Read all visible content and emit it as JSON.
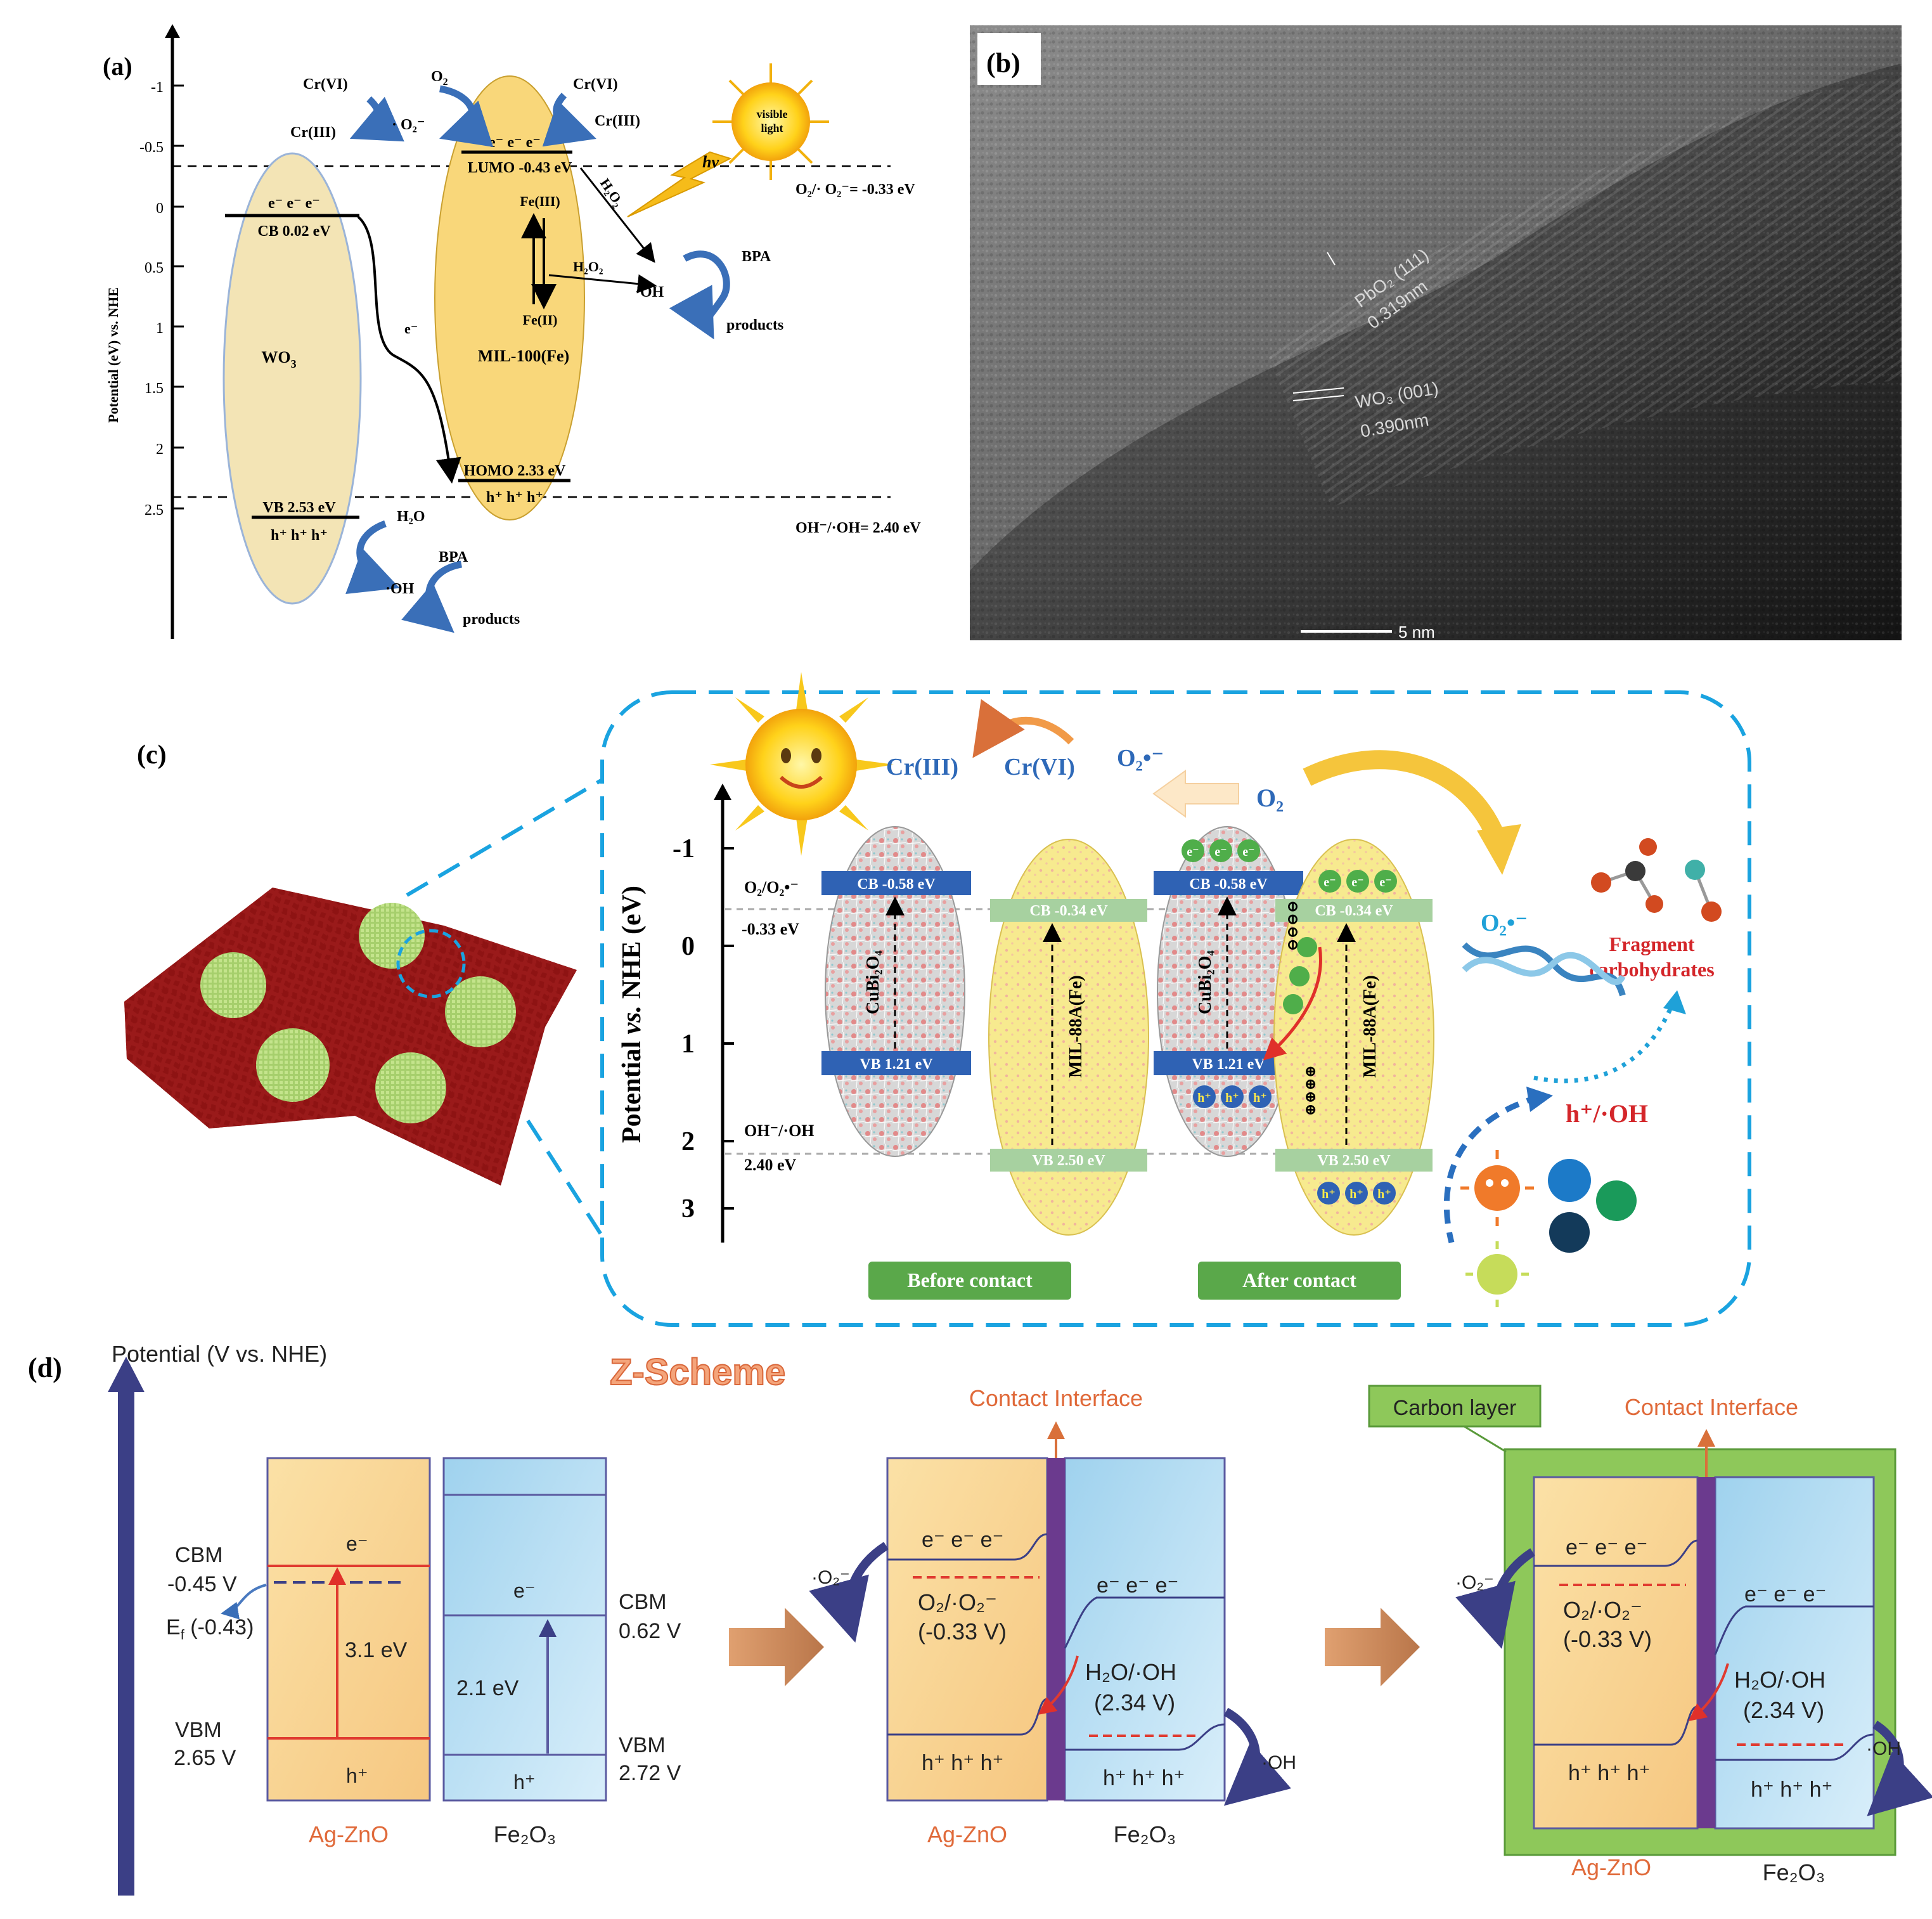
{
  "panel_a": {
    "label": "(a)",
    "ylabel": "Potential (eV) vs. NHE",
    "ticks": [
      "-1",
      "-0.5",
      "0",
      "0.5",
      "1",
      "1.5",
      "2",
      "2.5"
    ],
    "wo3": {
      "name": "WO",
      "sub": "3",
      "cb": "CB 0.02 eV",
      "vb": "VB 2.53 eV",
      "electrons": "e⁻  e⁻  e⁻",
      "holes": "h⁺  h⁺  h⁺"
    },
    "mil": {
      "name": "MIL-100(Fe)",
      "lumo": "LUMO -0.43 eV",
      "homo": "HOMO 2.33 eV",
      "electrons": "e⁻  e⁻  e⁻",
      "holes": "h⁺  h⁺  h⁺",
      "fe3": "Fe(III)",
      "fe2": "Fe(II)"
    },
    "crvi_left": "Cr(VI)",
    "criii_left": "Cr(III)",
    "crvi_right": "Cr(VI)",
    "criii_right": "Cr(III)",
    "o2": "O",
    "o2_radical": "· O₂⁻",
    "h2o2_a": "H₂O₂",
    "h2o2_b": "H₂O₂",
    "oh_mid": "·OH",
    "bpa_top": "BPA",
    "products_top": "products",
    "h2o": "H₂O",
    "oh_bottom": "·OH",
    "bpa_bottom": "BPA",
    "products_bottom": "products",
    "e_transfer": "e⁻",
    "sun": [
      "visible",
      "light"
    ],
    "hv": "hv",
    "o2_level": "O₂/· O₂⁻= -0.33 eV",
    "oh_level": "OH⁻/·OH= 2.40 eV"
  },
  "panel_b": {
    "label": "(b)",
    "lattice_1": [
      "PbO₂ (111)",
      "0.319nm"
    ],
    "lattice_2": [
      "WO₃ (001)",
      "0.390nm"
    ],
    "scale": "5 nm"
  },
  "panel_c": {
    "label": "(c)",
    "ylabel_a": "Potential ",
    "ylabel_vs": "vs.",
    "ylabel_b": " NHE (eV)",
    "ticks": [
      "-1",
      "0",
      "1",
      "2",
      "3"
    ],
    "o2_level": [
      "O₂/O₂•⁻",
      "-0.33 eV"
    ],
    "oh_level": [
      "OH⁻/·OH",
      "2.40 eV"
    ],
    "cbi_cb": "CB -0.58 eV",
    "cbi_vb": "VB 1.21 eV",
    "cbi_name": "CuBi₂O₄",
    "mil_cb": "CB -0.34 eV",
    "mil_vb": "VB 2.50 eV",
    "mil_name": "MIL-88A(Fe)",
    "before": "Before contact",
    "after": "After contact",
    "criii": "Cr(III)",
    "crvi": "Cr(VI)",
    "o2_rad": "O₂•⁻",
    "o2": "O₂",
    "o2_rad_right": "O₂•⁻",
    "fragment": [
      "Fragment",
      "carbohydrates"
    ],
    "hoh": "h⁺/·OH",
    "e": "e⁻",
    "h": "h⁺"
  },
  "panel_d": {
    "label": "(d)",
    "axis_title": "Potential (V vs. NHE)",
    "z_scheme": "Z-Scheme",
    "cbm_left": [
      "CBM",
      "-0.45 V"
    ],
    "ef": "E",
    "ef_sub": "f",
    "ef_val": " (-0.43)",
    "vbm_left": [
      "VBM",
      "2.65 V"
    ],
    "gap_zno": "3.1 eV",
    "gap_fe": "2.1 eV",
    "cbm_right": [
      "CBM",
      "0.62 V"
    ],
    "vbm_right": [
      "VBM",
      "2.72 V"
    ],
    "agzno": "Ag-ZnO",
    "fe2o3": "Fe₂O₃",
    "contact": "Contact Interface",
    "o2_couple": [
      "O₂/·O₂⁻",
      "(-0.33 V)"
    ],
    "h2o_couple": [
      "H₂O/·OH",
      "(2.34 V)"
    ],
    "o2_rad": "·O₂⁻",
    "oh_rad": "·OH",
    "carbon": "Carbon layer",
    "e": "e⁻",
    "h": "h⁺",
    "electrons_row": "e⁻  e⁻  e⁻",
    "holes_row": "h⁺  h⁺  h⁺"
  },
  "colors": {
    "blue_arrow": "#3a6fb8",
    "yellow": "#f9d77a",
    "beige": "#f3e4b5",
    "cyan_dash": "#1aa3e0",
    "green_label": "#5aa84a",
    "orange_text": "#e06a3a",
    "navy": "#3b3f86"
  }
}
